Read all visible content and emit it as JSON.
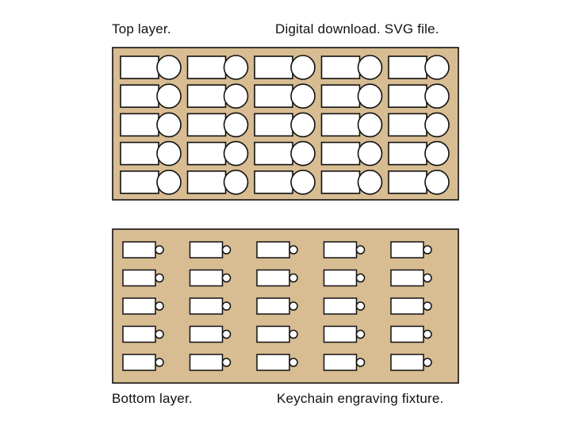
{
  "captions": {
    "top_left": "Top layer.",
    "top_right": "Digital download. SVG file.",
    "bottom_left": "Bottom layer.",
    "bottom_right": "Keychain engraving fixture."
  },
  "colors": {
    "board": "#d8bc92",
    "stroke": "#111111",
    "cutout": "#ffffff"
  },
  "top_layer": {
    "rows": 5,
    "columns": 5,
    "cutout_shape": "rectangle-with-circle"
  },
  "bottom_layer": {
    "rows": 5,
    "columns": 5,
    "cutout_shape": "tag-with-ring"
  }
}
